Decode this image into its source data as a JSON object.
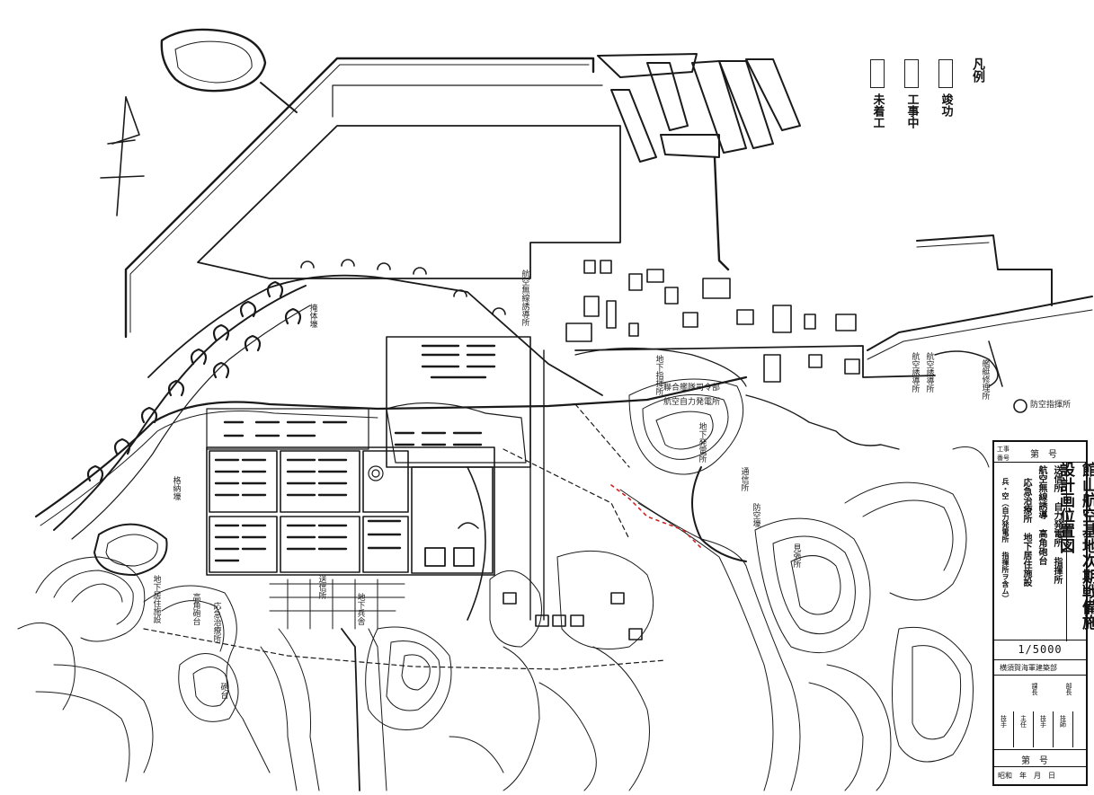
{
  "legend": {
    "title": "凡例",
    "items": [
      {
        "label": "竣功"
      },
      {
        "label": "工事中"
      },
      {
        "label": "未着工"
      }
    ]
  },
  "map_labels": {
    "radio_station": "航空無線誘導所",
    "yamamoto_hq": "聯合艦隊司令部",
    "generator_hq": "航空自力発電所",
    "hq_tunnel": "地下指揮所",
    "navigation_unit": "航空誘導所",
    "power_b": "地下発電所",
    "dugout_a": "格納壕",
    "dugout_b": "掩体壕",
    "radio_2": "通信所",
    "air_raid": "防空壕",
    "hill_post": "見張所",
    "living_ug": "地下居住施設",
    "aa_gun": "高角砲台",
    "medical": "応急治療所",
    "transmit_a": "送信所",
    "right_unit": "航空誘導所",
    "right_b": "艦艇修理所",
    "radio_far": "防空指揮所",
    "south_a": "地下兵舎",
    "south_b": "砲台"
  },
  "title_block": {
    "top_left_label": "工事番号",
    "number_label": "第　号",
    "main_title": "館山航空基地次期戦備施設計画位置図",
    "sub_lines": [
      "送信所 自力発電所 指揮所",
      "航空無線誘導 高角砲台",
      "応急治療所 地下居住施設",
      "兵・空（自力発電所 指揮所ヲ含ム）"
    ],
    "scale": "1/5000",
    "office": "横須賀海軍建築部",
    "sign_labels": [
      "部長",
      "課長",
      "技手",
      "主任",
      "技手",
      "技師"
    ],
    "drawing_number": "第　号",
    "date": "昭和　年　月　日"
  }
}
